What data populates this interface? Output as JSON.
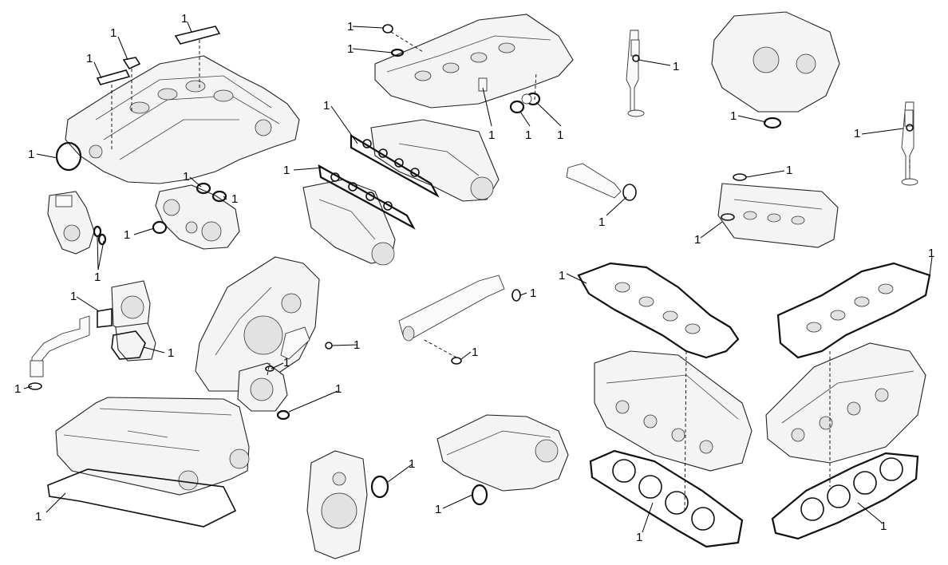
{
  "callout_label": "1",
  "colors": {
    "background": "#ffffff",
    "line": "#000000",
    "part_fill": "#f4f4f4"
  },
  "groups": [
    "block-gaskets",
    "egr-valve",
    "throttle-body",
    "intake-plenum",
    "timing-cover",
    "front-cover",
    "exhaust-manifolds",
    "intake-manifold",
    "crossover-pipe",
    "valves",
    "cylinder-heads"
  ]
}
